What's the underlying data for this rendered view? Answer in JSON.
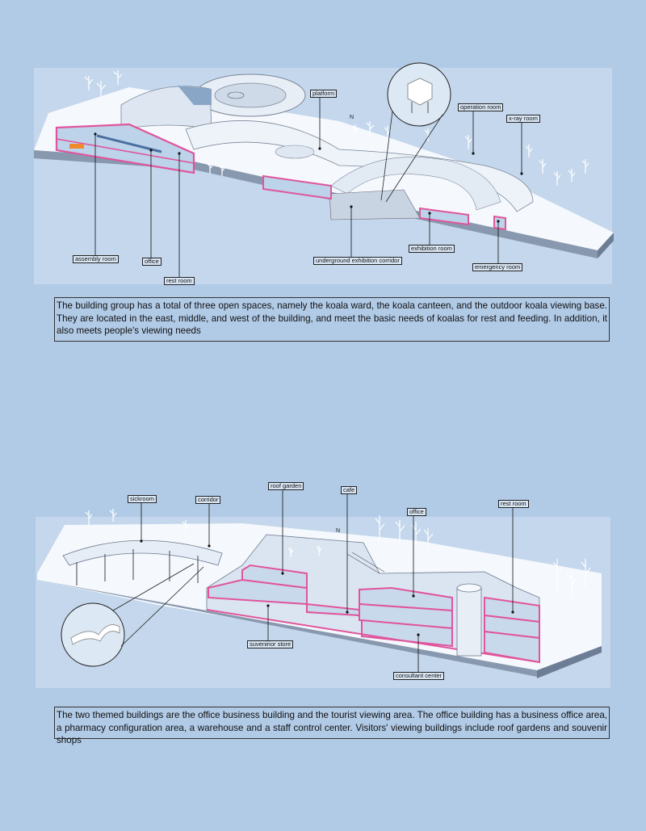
{
  "diagram1": {
    "labels": {
      "platform": "platform",
      "operation_room": "operation room",
      "xray_room": "x-ray room",
      "assembly_room": "assembly room",
      "office": "office",
      "rest_room": "rest room",
      "underground_corridor": "underground exhibition corridor",
      "exhibition_room": "exhibition room",
      "emergency_room": "emergency  room"
    },
    "north": "N",
    "description": "The building group has a total of three open spaces, namely the koala ward, the koala canteen, and the outdoor koala viewing base. They are located in the east, middle, and west of the building, and meet the basic needs of koalas for rest and feeding. In addition, it also meets people's viewing needs"
  },
  "diagram2": {
    "labels": {
      "sickroom": "sickroom",
      "corridor": "corridor",
      "roof_garden": "roof garden",
      "cafe": "cafe",
      "office": "office",
      "rest_room": "rest room",
      "souvenir_store": "suvenirior store",
      "consultant_center": "consultant center"
    },
    "north": "N",
    "description": "The two themed buildings are the office business building and the tourist viewing area. The office building has a business office area, a pharmacy configuration area, a warehouse and a staff control center. Visitors' viewing buildings include roof gardens and souvenir shops"
  },
  "colors": {
    "background": "#b1cae6",
    "section_highlight": "#e0559c",
    "ground": "#f4f7fb"
  }
}
